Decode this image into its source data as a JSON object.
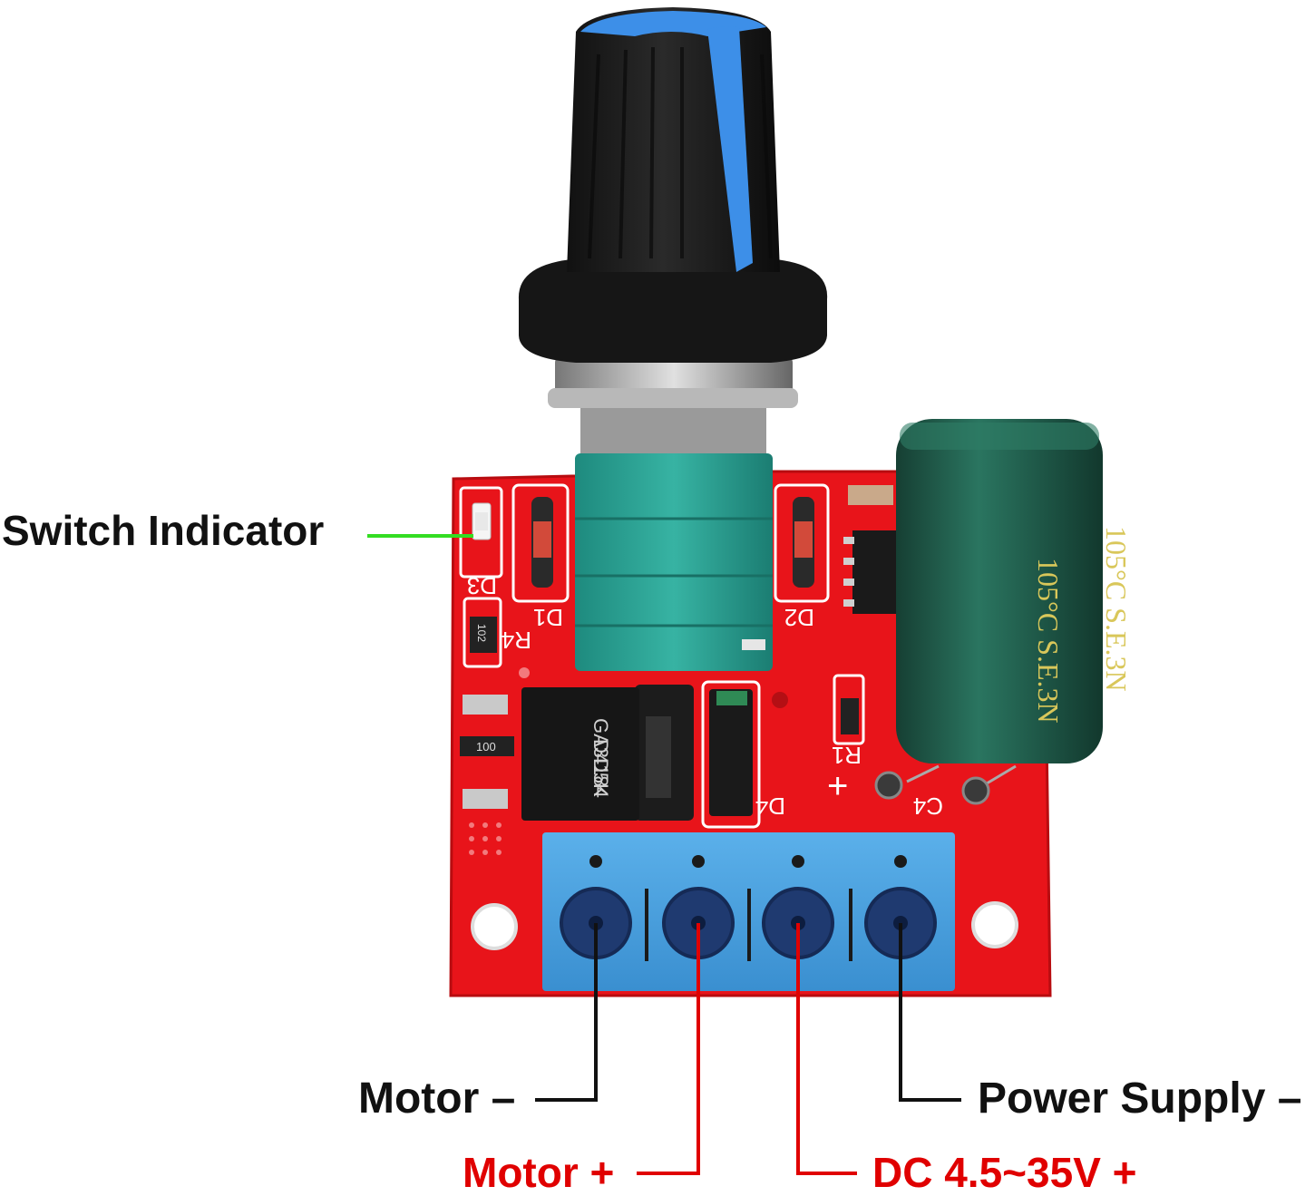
{
  "labels": {
    "switch_indicator": "Switch Indicator",
    "motor_minus": "Motor –",
    "motor_plus": "Motor +",
    "dc_input": "DC 4.5~35V +",
    "power_supply_minus": "Power Supply –"
  },
  "board_markings": {
    "d1": "D1",
    "d2": "D2",
    "d3": "D3",
    "d4": "D4",
    "r1": "R1",
    "r4": "R4",
    "c4": "C4",
    "plus": "+",
    "mosfet_line1": "D4184",
    "mosfet_line2": "GA3D5K",
    "resistor_r4": "102",
    "resistor_100": "100",
    "capacitor_text": "105°C S.E.3N"
  },
  "colors": {
    "pcb": "#e8141a",
    "knob_black": "#1b1b1b",
    "knob_blue": "#3d8fe8",
    "terminal_blue": "#4aa3e0",
    "capacitor_green": "#1f5e4a",
    "potentiometer_teal": "#2fa89a",
    "wire_black": "#111111",
    "wire_red": "#e00000",
    "indicator_green": "#33dd22"
  }
}
